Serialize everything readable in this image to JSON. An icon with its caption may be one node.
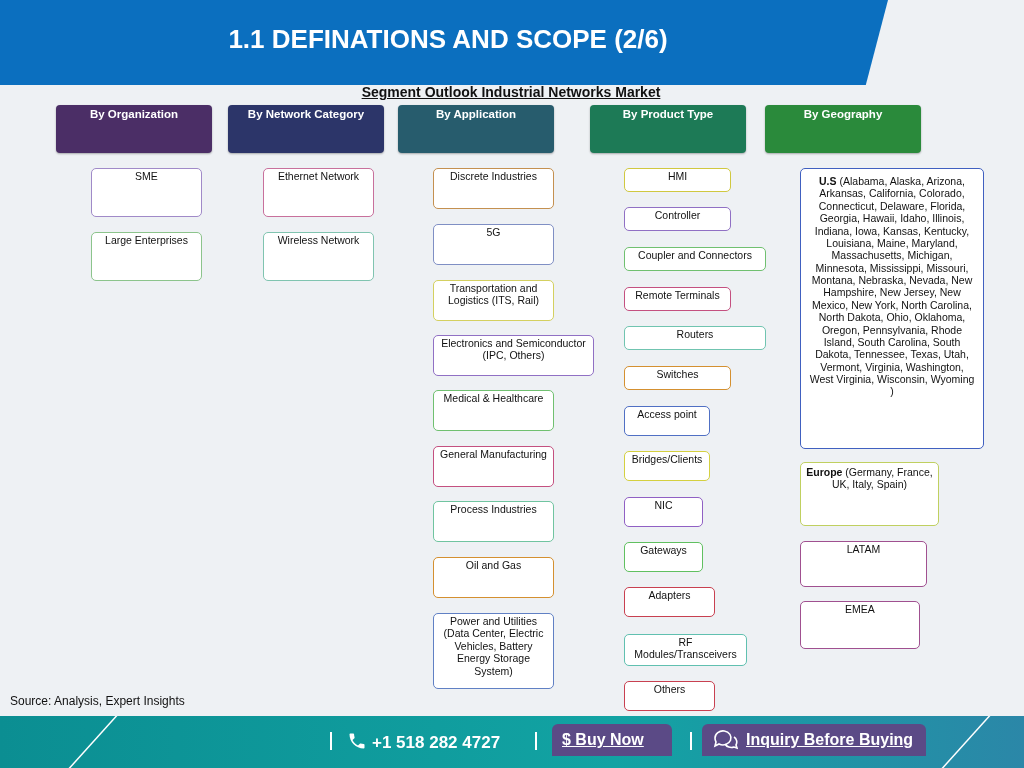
{
  "diagram": {
    "title": "1.1 DEFINATIONS AND SCOPE (2/6)",
    "nodes": [
      {
        "text": [
          "By Organization"
        ]
      },
      {
        "text": [
          "By Network Category"
        ]
      },
      {
        "text": [
          "By Application"
        ]
      },
      {
        "text": [
          "By Product Type"
        ]
      },
      {
        "text": [
          "By Geography"
        ]
      },
      {
        "text": [
          "SME"
        ]
      },
      {
        "text": [
          "Large Enterprises"
        ]
      },
      {
        "text": [
          "Ethernet Network"
        ]
      },
      {
        "text": [
          "Wireless Network"
        ]
      },
      {
        "text": [
          "Discrete Industries"
        ]
      },
      {
        "text": [
          "5G"
        ]
      },
      {
        "text": [
          "Transportation and Logistics (ITS, Rail)"
        ]
      },
      {
        "text": [
          "Electronics and Semiconductor (IPC, Others)"
        ]
      },
      {
        "text": [
          "Medical & Healthcare"
        ]
      },
      {
        "text": [
          "General Manufacturing"
        ]
      },
      {
        "text": [
          "Process Industries"
        ]
      },
      {
        "text": [
          "Oil and Gas"
        ]
      },
      {
        "text": [
          "Power and Utilities (Data Center, Electric Vehicles, Battery Energy Storage System)"
        ]
      },
      {
        "text": [
          "HMI"
        ]
      },
      {
        "text": [
          "Controller"
        ]
      },
      {
        "text": [
          "Coupler and Connectors"
        ]
      },
      {
        "text": [
          "Remote Terminals"
        ]
      },
      {
        "text": [
          "Routers"
        ]
      },
      {
        "text": [
          "Switches"
        ]
      },
      {
        "text": [
          "Access point"
        ]
      },
      {
        "text": [
          "Bridges/Clients"
        ]
      },
      {
        "text": [
          "NIC"
        ]
      },
      {
        "text": [
          "Gateways"
        ]
      },
      {
        "text": [
          "Adapters"
        ]
      },
      {
        "text": [
          "RF Modules/Transceivers"
        ]
      },
      {
        "text": [
          "Others"
        ]
      },
      {
        "text": [
          "**U.S** (Alabama, Alaska, Arizona, Arkansas, California, Colorado, Connecticut, Delaware, Florida, Georgia, Hawaii, Idaho, Illinois, Indiana, Iowa, Kansas, Kentucky, Louisiana, Maine, Maryland, Massachusetts, Michigan, Minnesota, Mississippi, Missouri, Montana, Nebraska, Nevada, New Hampshire, New Jersey, New Mexico, New York, North Carolina, North Dakota, Ohio, Oklahoma, Oregon, Pennsylvania, Rhode Island, South Carolina, South Dakota, Tennessee, Texas, Utah, Vermont, Virginia, Washington, West Virginia, Wisconsin, Wyoming )"
        ]
      },
      {
        "text": [
          "**Europe**  (Germany, France, UK, Italy, Spain)"
        ]
      },
      {
        "text": [
          "LATAM"
        ]
      },
      {
        "text": [
          "EMEA"
        ]
      }
    ],
    "labels": [
      "Segment Outlook Industrial Networks Market",
      "Source: Analysis, Expert Insights",
      "+1 518 282 4727",
      "$ Buy Now",
      "Inquiry Before Buying"
    ]
  }
}
